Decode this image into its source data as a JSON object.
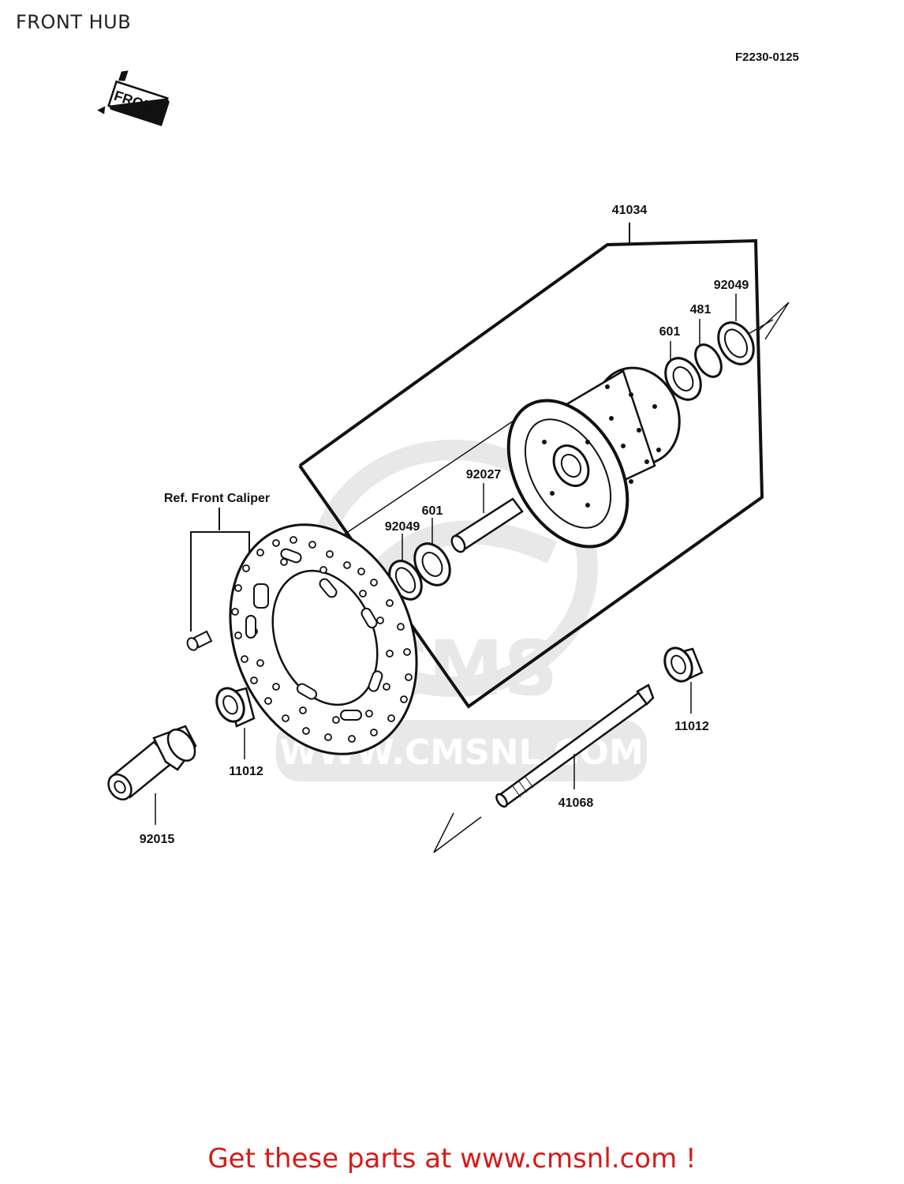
{
  "header": {
    "title": "FRONT HUB",
    "diagram_code": "F2230-0125"
  },
  "front_badge": {
    "text": "FRONT"
  },
  "parts": {
    "hub_assembly": "41034",
    "seal_top": "92049",
    "circlip": "481",
    "bearing_top": "601",
    "spacer": "92027",
    "bearing_bottom": "601",
    "seal_bottom": "92049",
    "collar_right": "11012",
    "collar_left": "11012",
    "axle": "41068",
    "axle_nut": "92015"
  },
  "reference_label": "Ref. Front Caliper",
  "watermark": {
    "brand": "CMS",
    "url": "WWW.CMSNL.COM"
  },
  "footer": {
    "link_text": "Get these parts at www.cmsnl.com !",
    "link_color": "#d61a1a"
  }
}
